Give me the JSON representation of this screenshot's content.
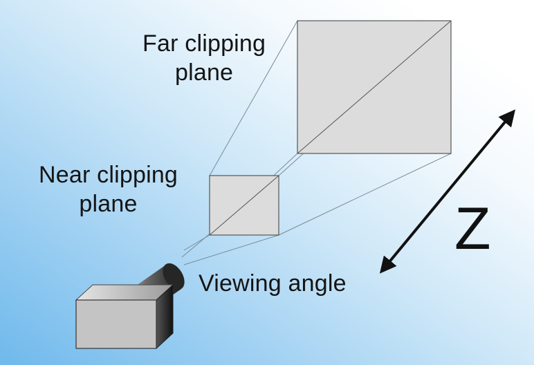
{
  "labels": {
    "far_line1": "Far clipping",
    "far_line2": "plane",
    "near_line1": "Near clipping",
    "near_line2": "plane",
    "viewing_angle": "Viewing angle",
    "z_axis": "Z"
  },
  "colors": {
    "plane_fill": "#dcdcdc",
    "plane_stroke": "#555555",
    "frustum_line": "#7a8a96",
    "arrow": "#111111",
    "camera_body": "#c4c4c4",
    "camera_lens": "#3a3a3a"
  },
  "icons": {
    "camera": "camera-icon",
    "z_arrow": "double-arrow-icon"
  }
}
